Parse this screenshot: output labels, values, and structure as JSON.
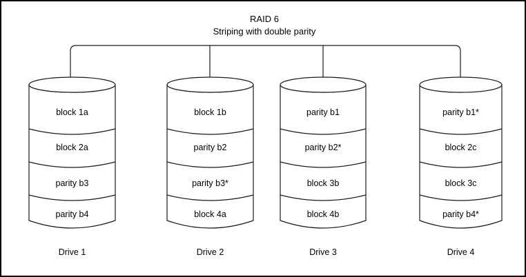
{
  "diagram": {
    "title_line1": "RAID 6",
    "title_line2": "Striping with double parity",
    "background_color": "#ffffff",
    "stroke_color": "#1a1a1a",
    "text_color": "#000000",
    "border_color": "#000000"
  },
  "drives": [
    {
      "label": "Drive 1",
      "blocks": [
        {
          "text": "block 1a"
        },
        {
          "text": "block 2a"
        },
        {
          "text": "parity b3"
        },
        {
          "text": "parity b4"
        }
      ]
    },
    {
      "label": "Drive 2",
      "blocks": [
        {
          "text": "block 1b"
        },
        {
          "text": "parity b2"
        },
        {
          "text": "parity b3*"
        },
        {
          "text": "block 4a"
        }
      ]
    },
    {
      "label": "Drive 3",
      "blocks": [
        {
          "text": "parity b1"
        },
        {
          "text": "parity b2*"
        },
        {
          "text": "block 3b"
        },
        {
          "text": "block 4b"
        }
      ]
    },
    {
      "label": "Drive 4",
      "blocks": [
        {
          "text": "parity b1*"
        },
        {
          "text": "block 2c"
        },
        {
          "text": "block 3c"
        },
        {
          "text": "parity b4*"
        }
      ]
    }
  ]
}
